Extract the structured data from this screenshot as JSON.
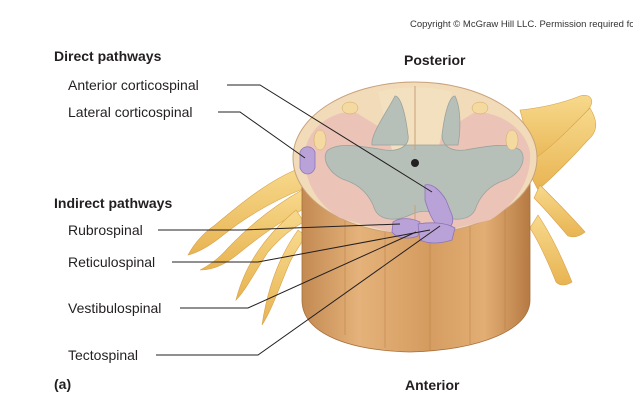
{
  "copyright": "Copyright © McGraw Hill LLC. Permission required for reproduction or display.",
  "orientation": {
    "posterior": "Posterior",
    "anterior": "Anterior"
  },
  "panel_label": "(a)",
  "direct": {
    "header": "Direct pathways",
    "tracts": [
      "Anterior corticospinal",
      "Lateral corticospinal"
    ]
  },
  "indirect": {
    "header": "Indirect pathways",
    "tracts": [
      "Rubrospinal",
      "Reticulospinal",
      "Vestibulospinal",
      "Tectospinal"
    ]
  },
  "colors": {
    "tract_purple": "#b9a2d8",
    "gray_matter": "#b7bfb9",
    "white_matter": "#f1dbb9",
    "white_matter_pink": "#ebc3b7",
    "column_tan": "#dba66a",
    "nerve_yellow": "#f3c96d"
  }
}
